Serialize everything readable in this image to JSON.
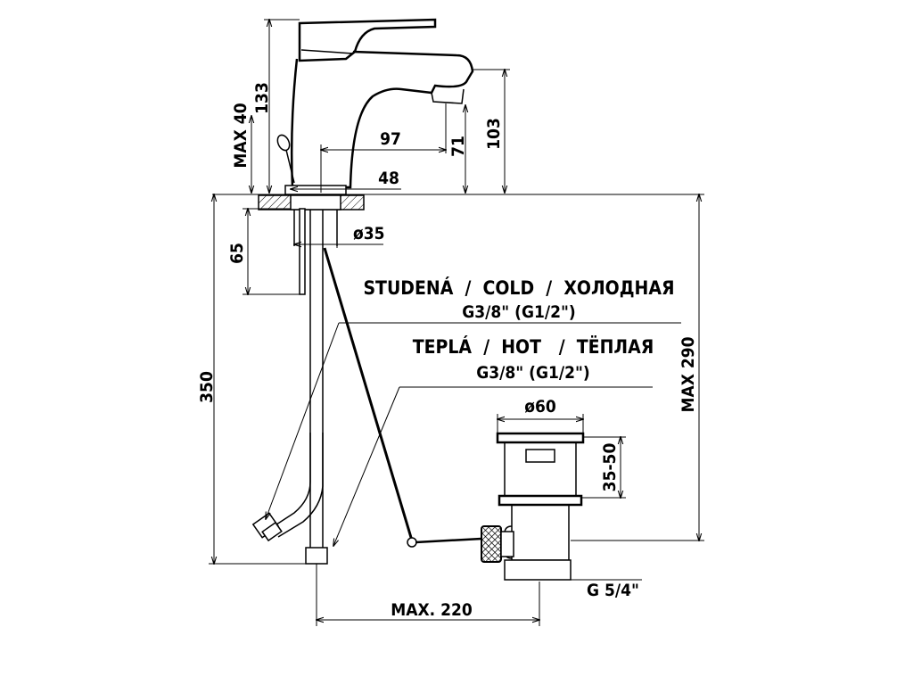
{
  "dimensions": {
    "d133": "133",
    "max40": "MAX 40",
    "d97": "97",
    "d71": "71",
    "d103": "103",
    "d48": "48",
    "d65": "65",
    "dia35": "ø35",
    "d350": "350",
    "max290": "MAX 290",
    "dia60": "ø60",
    "d35_50": "35-50",
    "g54": "G 5/4\"",
    "max220": "MAX. 220"
  },
  "labels": {
    "cold_title": "STUDENÁ  /  COLD  /  ХОЛОДНАЯ",
    "cold_thread": "G3/8\" (G1/2\")",
    "hot_title": "TEPLÁ  /  HOT   /  ТЁПЛАЯ",
    "hot_thread": "G3/8\" (G1/2\")"
  }
}
